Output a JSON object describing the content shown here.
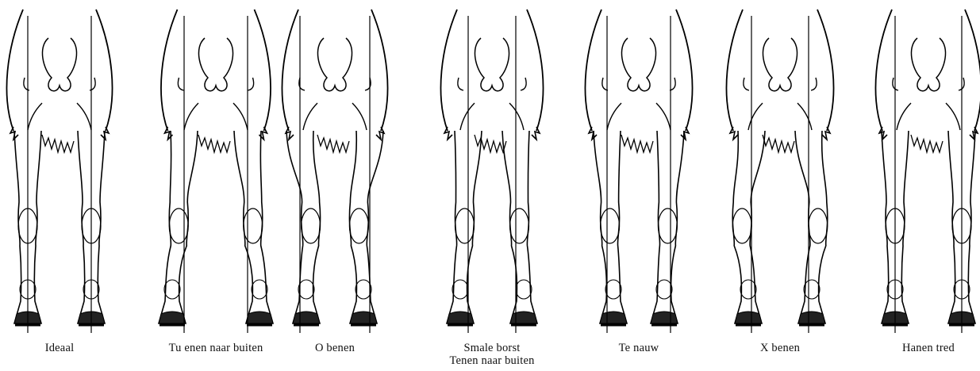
{
  "figure": {
    "panels": [
      {
        "id": "ideaal",
        "caption": [
          "Ideaal"
        ]
      },
      {
        "id": "tenen-naar-buiten",
        "caption": [
          "Tu enen naar buiten"
        ]
      },
      {
        "id": "o-benen",
        "caption": [
          "O benen"
        ]
      },
      {
        "id": "smale-borst",
        "caption": [
          "Smale borst",
          "Tenen naar buiten"
        ]
      },
      {
        "id": "te-nauw",
        "caption": [
          "Te nauw"
        ]
      },
      {
        "id": "x-benen",
        "caption": [
          "X benen"
        ]
      },
      {
        "id": "hanen-tred",
        "caption": [
          "Hanen tred"
        ]
      }
    ]
  }
}
